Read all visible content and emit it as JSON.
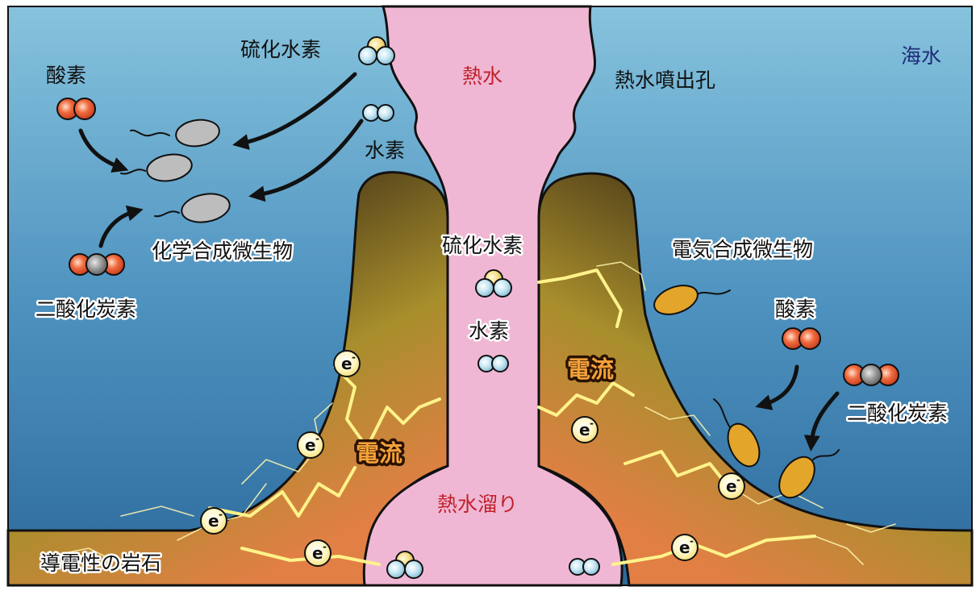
{
  "labels": {
    "seawater": "海水",
    "hot_water": "熱水",
    "vent": "熱水噴出孔",
    "h2s_top": "硫化水素",
    "h2_top": "水素",
    "oxygen_left": "酸素",
    "co2_left": "二酸化炭素",
    "chemo_microbes": "化学合成微生物",
    "h2s_mid": "硫化水素",
    "h2_mid": "水素",
    "electro_microbes": "電気合成微生物",
    "oxygen_right": "酸素",
    "co2_right": "二酸化炭素",
    "current_left": "電流",
    "current_right": "電流",
    "hot_pool": "熱水溜り",
    "conductive_rock": "導電性の岩石",
    "electron": "e",
    "electron_sup": "-"
  },
  "colors": {
    "sea_top": "#86c3dd",
    "sea_bottom": "#2e6f9f",
    "vent_fluid": "#f0b7d4",
    "rock_dark": "#231a10",
    "rock_mid": "#a8882a",
    "rock_hot": "#e07a40",
    "spark": "#fff38a",
    "oxygen": "#e8572f",
    "carbon": "#8a8a8a",
    "hydrogen": "#a9d7ea",
    "sulfur": "#f7df7d",
    "chemo_cell": "#bdbdbd",
    "electro_cell": "#e3a52a"
  }
}
